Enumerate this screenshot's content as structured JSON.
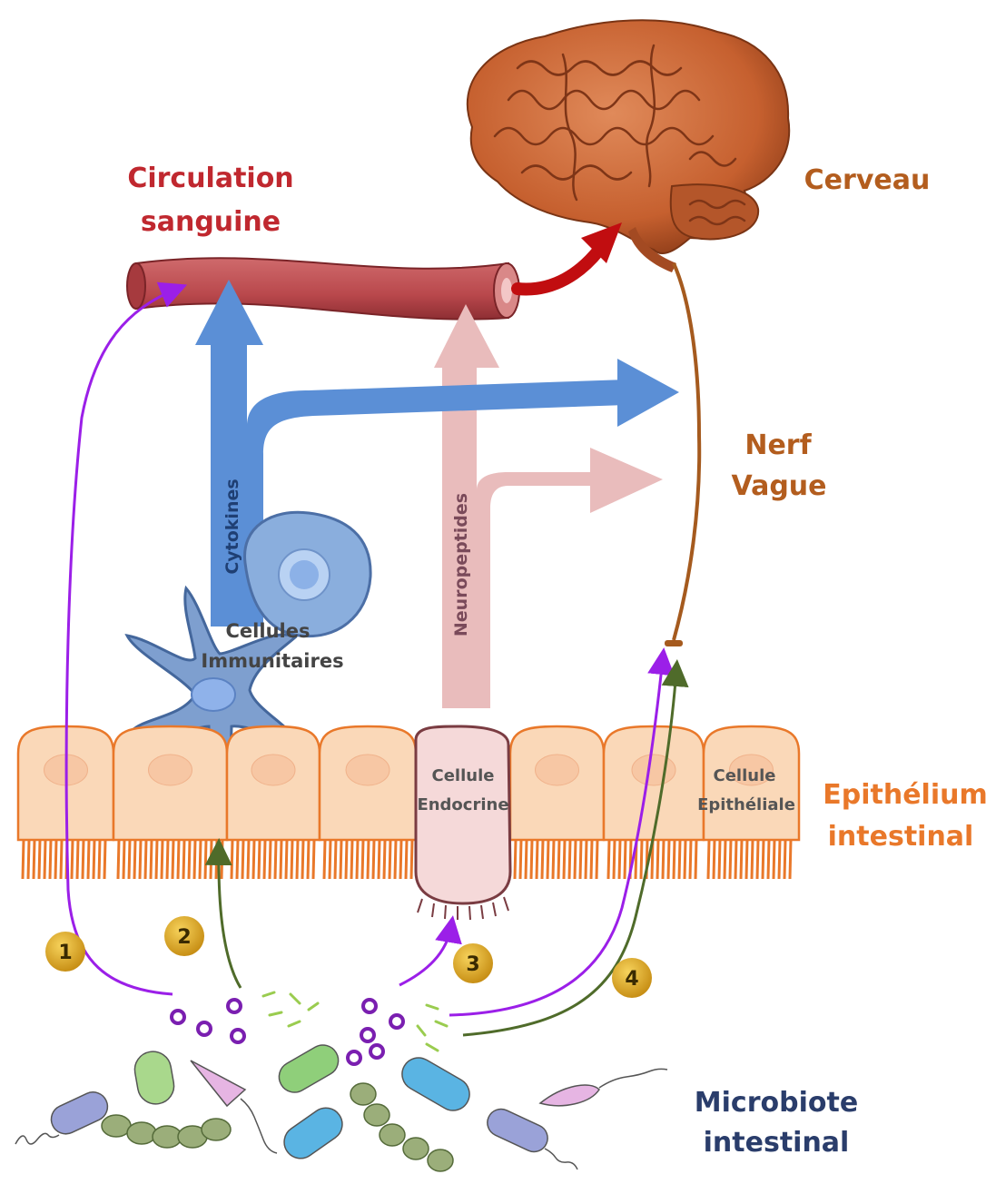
{
  "labels": {
    "circulation_line1": "Circulation",
    "circulation_line2": "sanguine",
    "brain": "Cerveau",
    "nerve_line1": "Nerf",
    "nerve_line2": "Vague",
    "epithelium_line1": "Epithélium",
    "epithelium_line2": "intestinal",
    "microbiota_line1": "Microbiote",
    "microbiota_line2": "intestinal",
    "immune_line1": "Cellules",
    "immune_line2": "Immunitaires",
    "endocrine_line1": "Cellule",
    "endocrine_line2": "Endocrine",
    "epithelial_line1": "Cellule",
    "epithelial_line2": "Epithéliale",
    "cytokines": "Cytokines",
    "neuropeptides": "Neuropeptides"
  },
  "pathways": [
    {
      "number": "1"
    },
    {
      "number": "2"
    },
    {
      "number": "3"
    },
    {
      "number": "4"
    }
  ],
  "colors": {
    "blood": "#b84a4e",
    "brain": "#c8623a",
    "cytokine_arrow": "#5b8fd6",
    "neuropeptide_arrow": "#e8b8b8",
    "epithelium": "#fad8b8",
    "microvilli": "#e9782a",
    "vagus_nerve": "#a55a1e",
    "purple_pathway": "#9b1fe8",
    "green_pathway": "#4f6b2a",
    "badge": "#d9a21b"
  }
}
